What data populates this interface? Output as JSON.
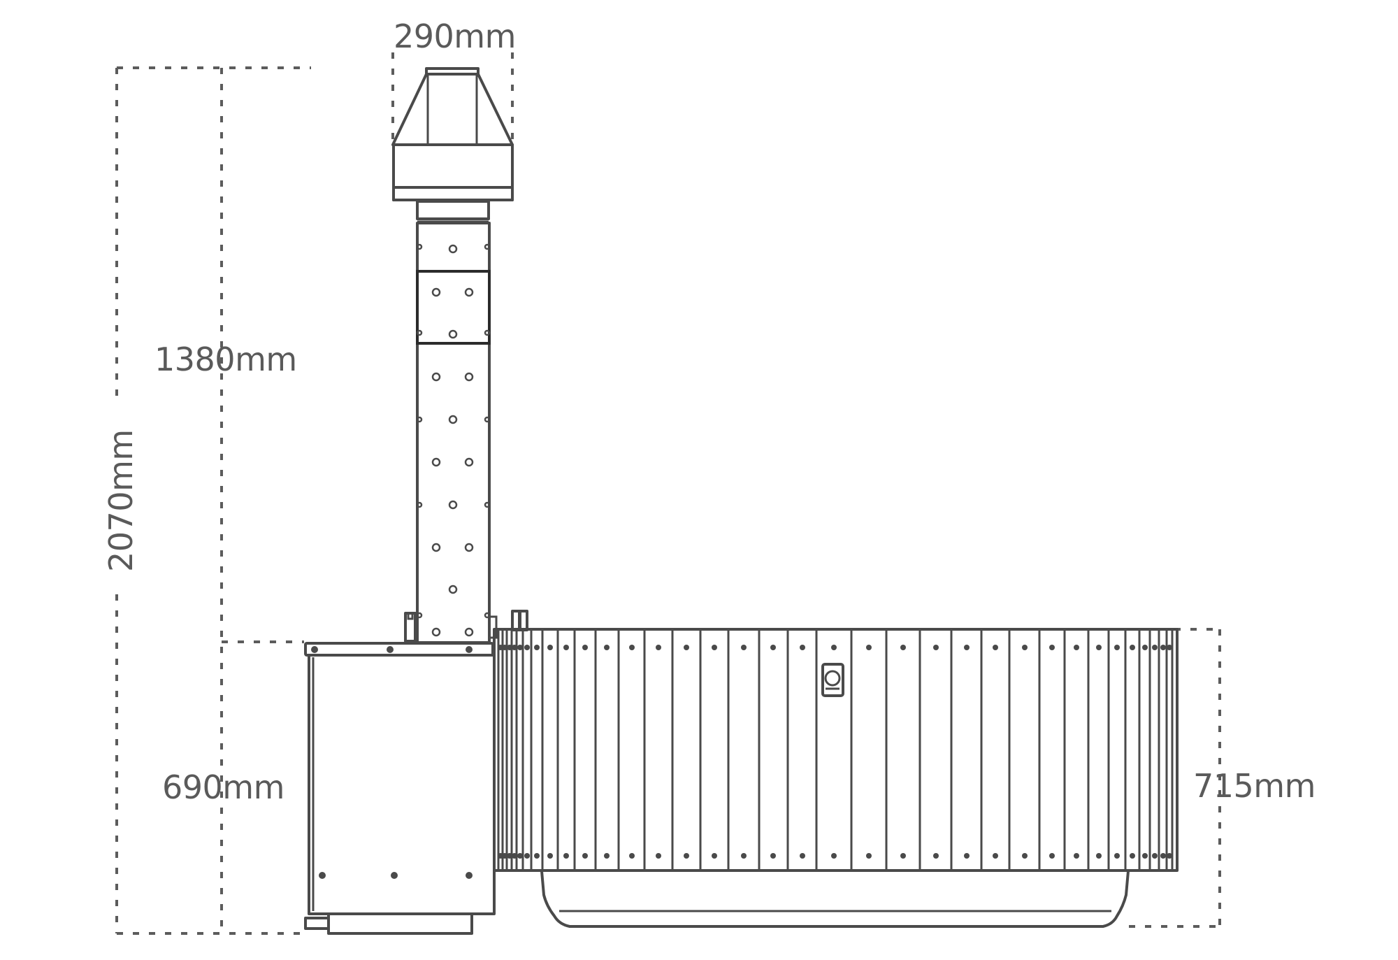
{
  "dimensions": {
    "chimney_width": "290mm",
    "chimney_height": "1380mm",
    "total_height": "2070mm",
    "heater_height": "690mm",
    "tub_height": "715mm"
  },
  "colors": {
    "line": "#4a4a4a",
    "dimension_line": "#5c5c5c",
    "label": "#5a5a5a",
    "background": "#ffffff"
  }
}
